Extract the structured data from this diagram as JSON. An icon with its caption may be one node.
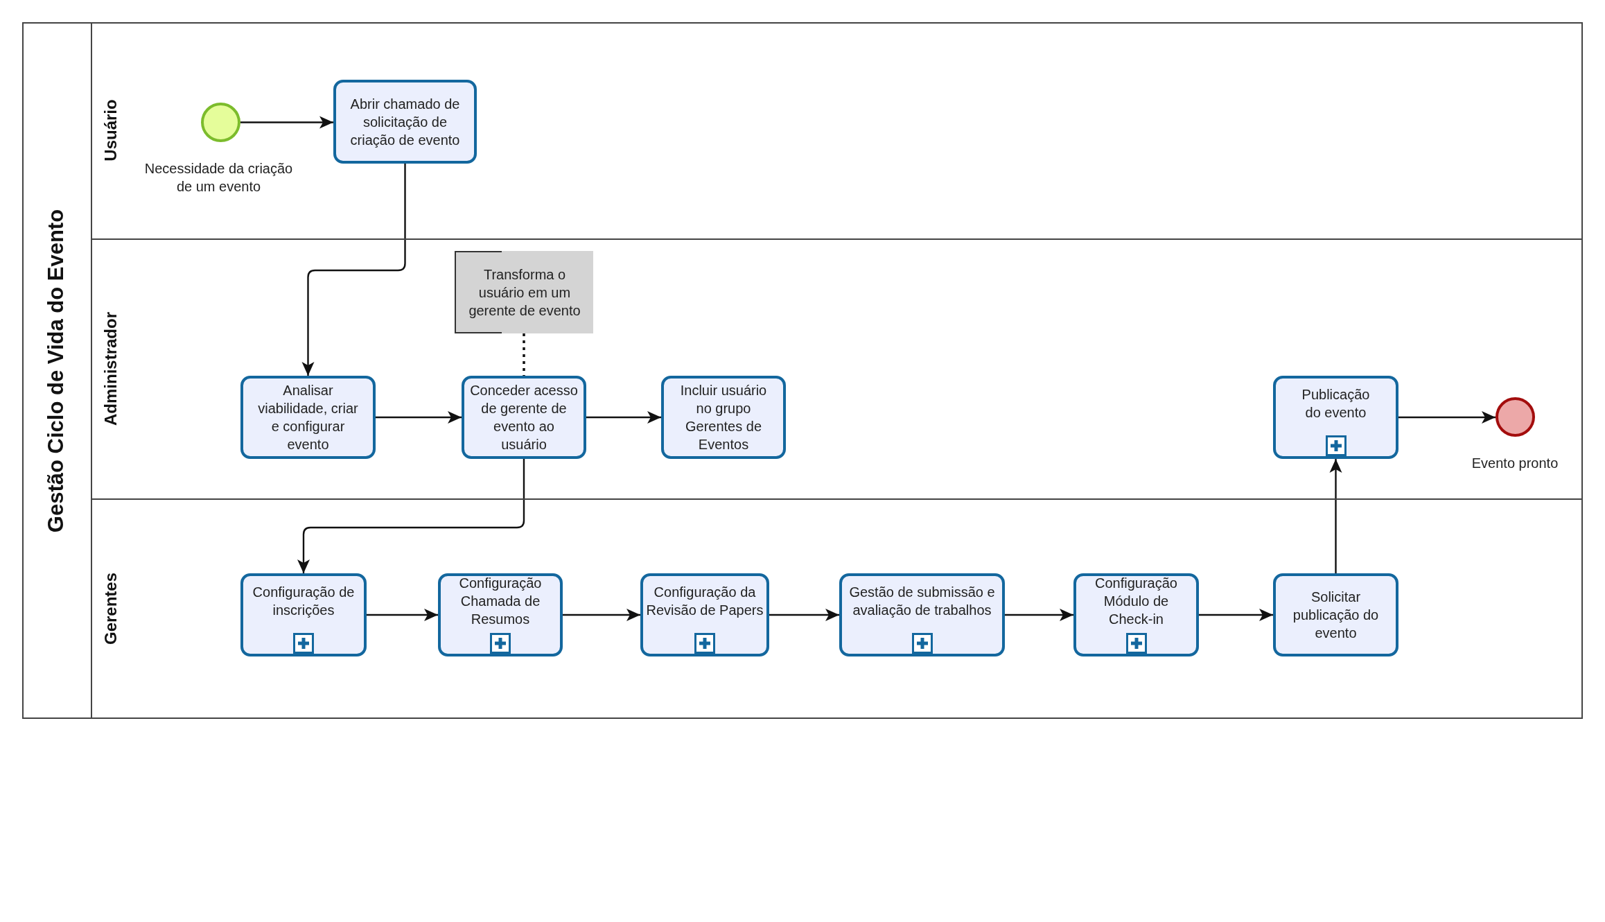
{
  "diagram": {
    "nodes": [
      {
        "text": [
          "Gestão Ciclo de Vida do Evento"
        ]
      },
      {
        "text": [
          "Usuário"
        ],
        "in": 0
      },
      {
        "text": [
          "Administrador"
        ],
        "in": 0
      },
      {
        "text": [
          "Gerentes"
        ],
        "in": 0
      },
      {
        "text": [],
        "shape": "circle",
        "beside": [
          "Necessidade da criação de um evento"
        ],
        "in": 1
      },
      {
        "text": [
          "Abrir chamado de solicitação de criação de evento"
        ],
        "in": 1
      },
      {
        "text": [
          "Transforma o usuário em um gerente de evento"
        ],
        "in": 2
      },
      {
        "text": [
          "Analisar viabilidade, criar e configurar evento"
        ],
        "in": 2
      },
      {
        "text": [
          "Conceder acesso de gerente de evento ao usuário"
        ],
        "in": 2
      },
      {
        "text": [
          "Incluir usuário no grupo Gerentes de Eventos"
        ],
        "in": 2
      },
      {
        "text": [
          "Publicação do evento"
        ],
        "in": 2
      },
      {
        "text": [],
        "shape": "circle",
        "beside": [
          "Evento pronto"
        ],
        "in": 2
      },
      {
        "text": [
          "Configuração de inscrições"
        ],
        "in": 3
      },
      {
        "text": [
          "Configuração Chamada de Resumos"
        ],
        "in": 3
      },
      {
        "text": [
          "Configuração da Revisão de Papers"
        ],
        "in": 3
      },
      {
        "text": [
          "Gestão de submissão e avaliação de trabalhos"
        ],
        "in": 3
      },
      {
        "text": [
          "Configuração Módulo de Check-in"
        ],
        "in": 3
      },
      {
        "text": [
          "Solicitar publicação do evento"
        ],
        "in": 3
      }
    ],
    "edges": [
      {
        "from": 4,
        "to": 5,
        "arrow": "to"
      },
      {
        "from": 5,
        "to": 7,
        "arrow": "to"
      },
      {
        "from": 7,
        "to": 8,
        "arrow": "to"
      },
      {
        "from": 8,
        "to": 9,
        "arrow": "to"
      },
      {
        "from": 6,
        "to": 8,
        "arrow": "none",
        "style": "dashed"
      },
      {
        "from": 8,
        "to": 12,
        "arrow": "to"
      },
      {
        "from": 12,
        "to": 13,
        "arrow": "to"
      },
      {
        "from": 13,
        "to": 14,
        "arrow": "to"
      },
      {
        "from": 14,
        "to": 15,
        "arrow": "to"
      },
      {
        "from": 15,
        "to": 16,
        "arrow": "to"
      },
      {
        "from": 16,
        "to": 17,
        "arrow": "to"
      },
      {
        "from": 17,
        "to": 10,
        "arrow": "to"
      },
      {
        "from": 10,
        "to": 11,
        "arrow": "to"
      }
    ]
  }
}
